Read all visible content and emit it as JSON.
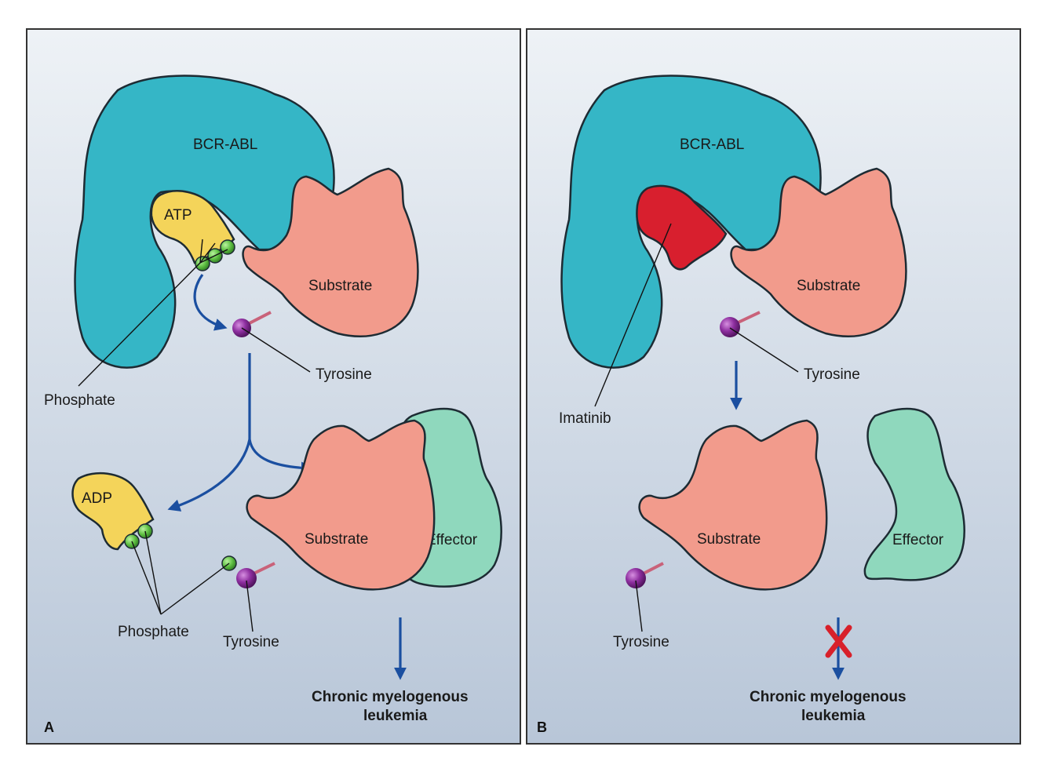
{
  "panel_a": {
    "letter": "A",
    "bcr_abl": "BCR-ABL",
    "atp": "ATP",
    "substrate_top": "Substrate",
    "phosphate_top": "Phosphate",
    "tyrosine_top": "Tyrosine",
    "adp": "ADP",
    "substrate_bottom": "Substrate",
    "effector": "Effector",
    "phosphate_bottom": "Phosphate",
    "tyrosine_bottom": "Tyrosine",
    "outcome_line1": "Chronic myelogenous",
    "outcome_line2": "leukemia"
  },
  "panel_b": {
    "letter": "B",
    "bcr_abl": "BCR-ABL",
    "substrate_top": "Substrate",
    "imatinib": "Imatinib",
    "tyrosine_top": "Tyrosine",
    "substrate_bottom": "Substrate",
    "effector": "Effector",
    "tyrosine_bottom": "Tyrosine",
    "outcome_line1": "Chronic myelogenous",
    "outcome_line2": "leukemia"
  },
  "colors": {
    "bcr_abl": "#35b6c6",
    "substrate": "#f29b8c",
    "effector": "#8fd8bd",
    "atp_adp": "#f4d45a",
    "phosphate": "#5fc043",
    "tyrosine": "#8e2fa0",
    "imatinib": "#d81f2e",
    "arrow": "#1b4fa0",
    "blocked_x": "#d8202a"
  }
}
